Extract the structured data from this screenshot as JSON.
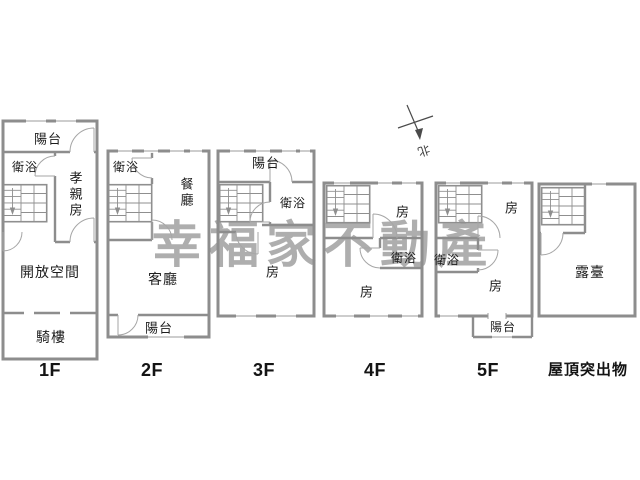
{
  "watermark": "幸福家不動產",
  "north": {
    "label": "北"
  },
  "colors": {
    "wall": "#8d8d8d",
    "door_arc": "#a6a6a6",
    "label_text": "#1d1d1d",
    "watermark": "#aeaeae"
  },
  "floors": [
    {
      "name": "1F",
      "label": "1F",
      "rooms": {
        "balcony": "陽台",
        "bath": "衛浴",
        "parents_room": "孝親房",
        "open_space": "開放空間",
        "arcade": "騎樓"
      }
    },
    {
      "name": "2F",
      "label": "2F",
      "rooms": {
        "bath": "衛浴",
        "dining": "餐廳",
        "living": "客廳",
        "balcony": "陽台"
      }
    },
    {
      "name": "3F",
      "label": "3F",
      "rooms": {
        "balcony": "陽台",
        "bath": "衛浴",
        "room": "房"
      }
    },
    {
      "name": "4F",
      "label": "4F",
      "rooms": {
        "room_top": "房",
        "bath": "衛浴",
        "room_bottom": "房"
      }
    },
    {
      "name": "5F",
      "label": "5F",
      "rooms": {
        "room_top": "房",
        "bath": "衛浴",
        "room_bottom": "房",
        "balcony": "陽台"
      }
    },
    {
      "name": "roof",
      "label": "屋頂突出物",
      "rooms": {
        "terrace": "露臺"
      }
    }
  ]
}
